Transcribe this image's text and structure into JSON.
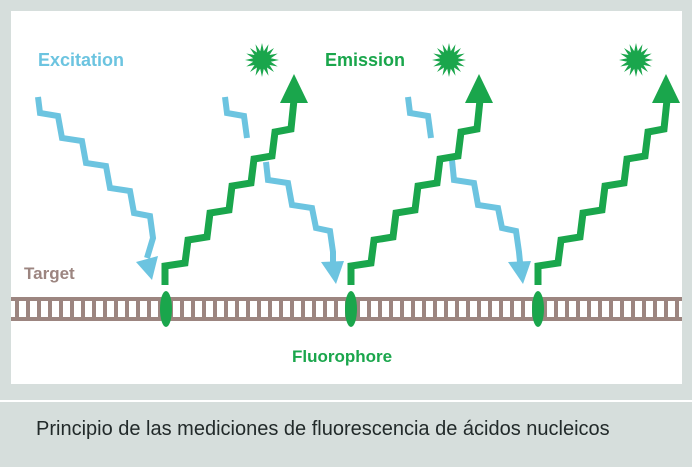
{
  "labels": {
    "excitation": "Excitation",
    "emission": "Emission",
    "target": "Target",
    "fluorophore": "Fluorophore"
  },
  "caption": "Principio de las mediciones de fluorescencia de ácidos nucleicos",
  "colors": {
    "excitation": "#6cc4e0",
    "emission": "#1aa64c",
    "target": "#9c8580",
    "background": "#d6dedc",
    "panel": "#ffffff"
  },
  "icons": {
    "star": "starburst-icon",
    "arrowhead": "arrowhead-icon"
  }
}
